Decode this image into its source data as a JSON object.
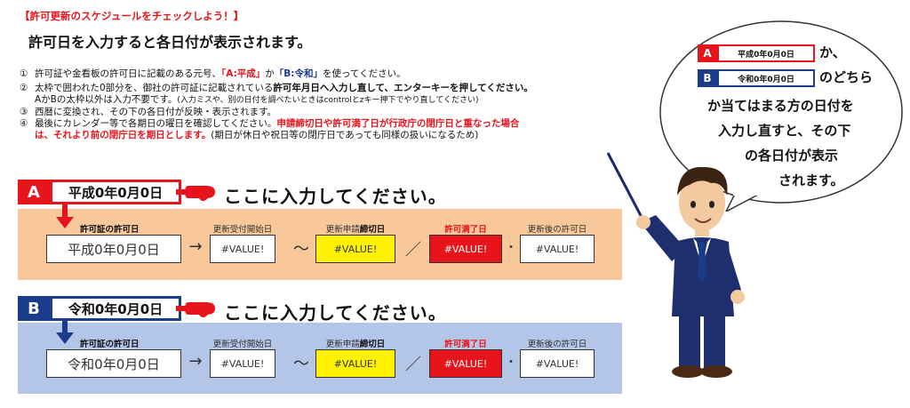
{
  "header": {
    "title": "【許可更新のスケジュールをチェックしよう！】",
    "subtitle": "許可日を入力すると各日付が表示されます。"
  },
  "instructions": {
    "l1_num": "①",
    "l1_a": "許可証や金看板の許可日に記載のある元号、",
    "l1_b": "「A:平成」",
    "l1_c": "か",
    "l1_d": "「B:令和」",
    "l1_e": "を使ってください。",
    "l2_num": "②",
    "l2_a": "太枠で囲われた0部分を、御社の許可証に記載されている",
    "l2_b": "許可年月日へ入力し直して、エンターキーを押してください。",
    "l3_a": "AかBの太枠以外は入力不要です。",
    "l3_b": "(入力ミスや、別の日付を調べたいときはcontrolとzキー押下でやり直してください)",
    "l4_num": "③",
    "l4_a": "西暦に変換され、その下の各日付が反映・表示されます。",
    "l5_num": "④",
    "l5_a": "最後にカレンダー等で各期日の曜日を確認してください。",
    "l5_b": "申請締切日や許可満了日が行政庁の閉庁日と重なった場合",
    "l6_a": "は、それより前の閉庁日を期日とします。",
    "l6_b": "(期日が休日や祝日等の閉庁日であっても同様の扱いになるため)"
  },
  "section_a": {
    "badge": "A",
    "era_value": "平成0年0月0日",
    "enter_label": "ここに入力してください。",
    "labels": {
      "permit_date": "許可証の許可日",
      "start": "更新受付開始日",
      "deadline_pre": "更新申請",
      "deadline_bold": "締切日",
      "expiry": "許可満了日",
      "next": "更新後の許可日"
    },
    "permit_date_value": "平成0年0月0日",
    "start_value": "#VALUE!",
    "deadline_value": "#VALUE!",
    "expiry_value": "#VALUE!",
    "next_value": "#VALUE!",
    "arrow": "→",
    "tilde": "〜",
    "slash": "／",
    "dot": "・"
  },
  "section_b": {
    "badge": "B",
    "era_value": "令和0年0月0日",
    "enter_label": "ここに入力してください。",
    "labels": {
      "permit_date": "許可証の許可日",
      "start": "更新受付開始日",
      "deadline_pre": "更新申請",
      "deadline_bold": "締切日",
      "expiry": "許可満了日",
      "next": "更新後の許可日"
    },
    "permit_date_value": "令和0年0月0日",
    "start_value": "#VALUE!",
    "deadline_value": "#VALUE!",
    "expiry_value": "#VALUE!",
    "next_value": "#VALUE!",
    "arrow": "→",
    "tilde": "〜",
    "slash": "／",
    "dot": "・"
  },
  "bubble": {
    "badge_a": "A",
    "box_a": "平成0年0月0日",
    "after_a": "か、",
    "badge_b": "B",
    "box_b": "令和0年0月0日",
    "after_b": "のどちら",
    "line3": "か当てはまる方の日付を",
    "line4": "入力し直すと、その下",
    "line5": "の各日付が表示",
    "line6": "されます。"
  },
  "colors": {
    "red": "#e8141c",
    "navy": "#1a3c8a",
    "orange_panel": "#f8c79a",
    "blue_panel": "#b3c6e7",
    "yellow": "#fff200"
  },
  "icons": [
    "pointing-hand-icon",
    "down-arrow-icon",
    "businessman-figure"
  ]
}
